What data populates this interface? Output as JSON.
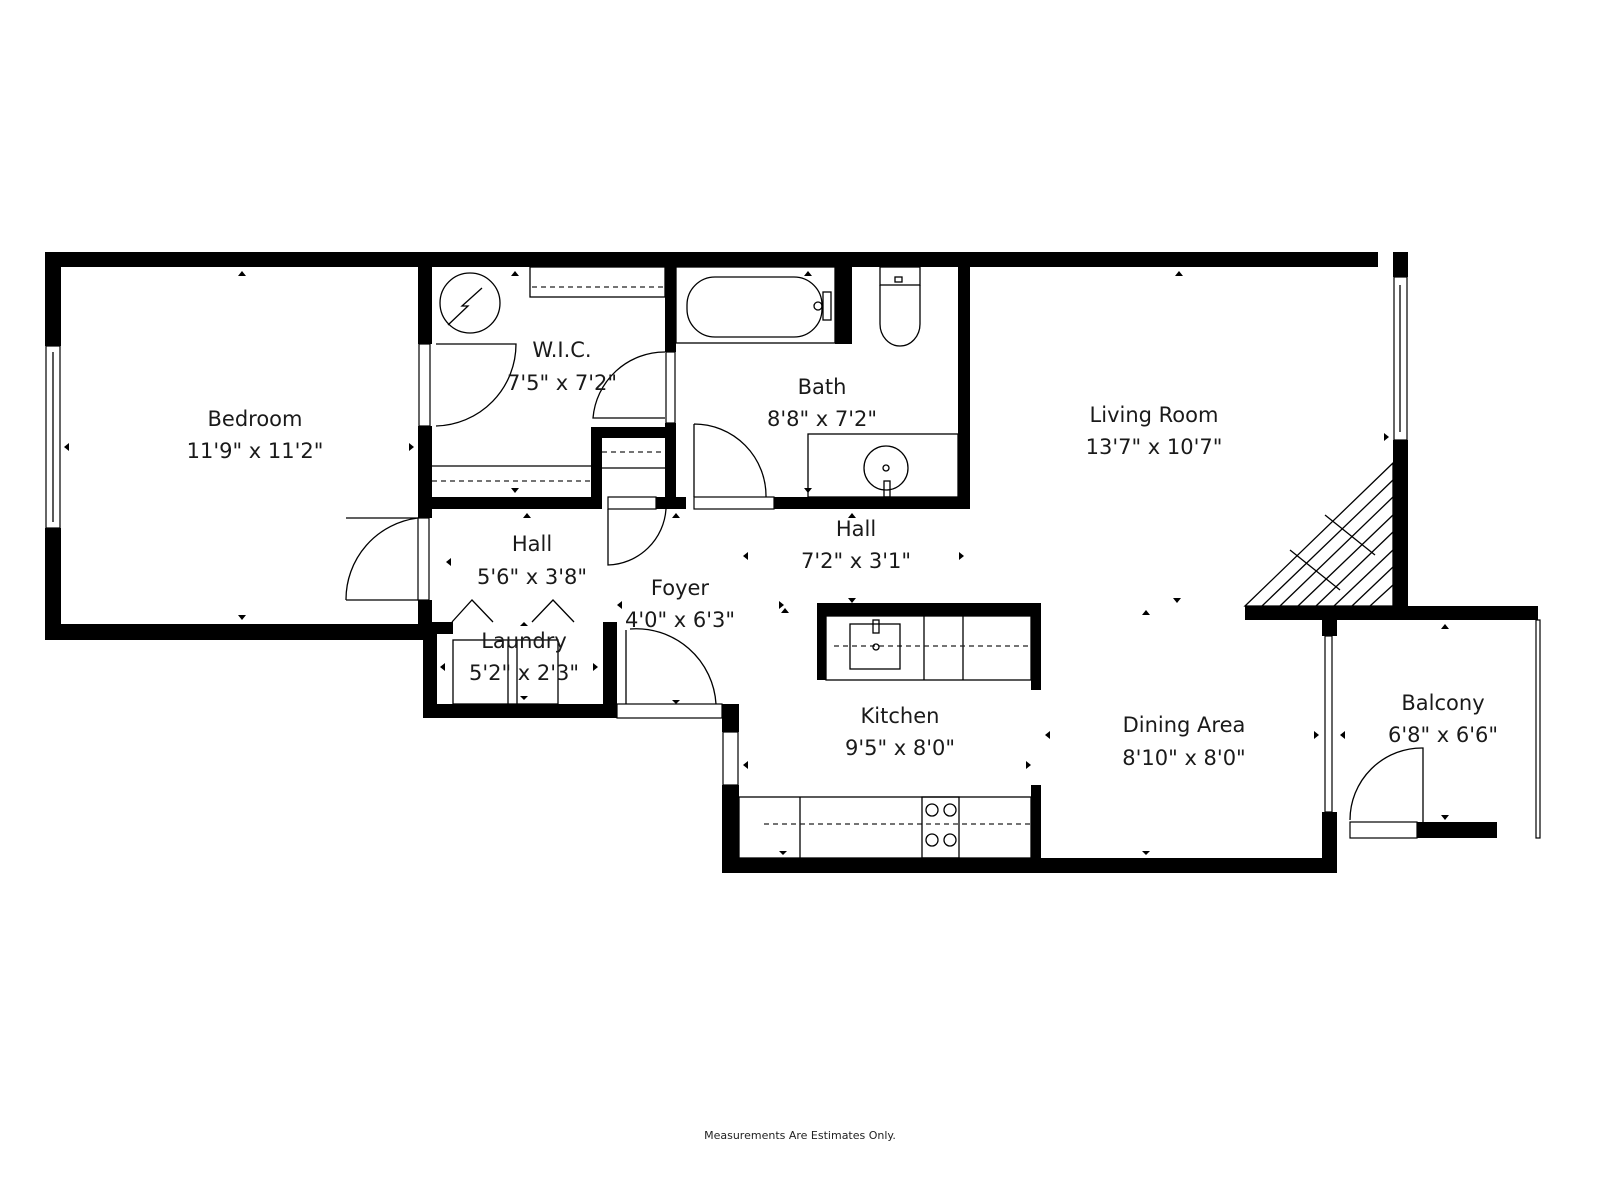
{
  "plan": {
    "rooms": [
      {
        "id": "bedroom",
        "name": "Bedroom",
        "dims": "11'9\" x 11'2\""
      },
      {
        "id": "wic",
        "name": "W.I.C.",
        "dims": "7'5\" x 7'2\""
      },
      {
        "id": "bath",
        "name": "Bath",
        "dims": "8'8\" x 7'2\""
      },
      {
        "id": "living",
        "name": "Living Room",
        "dims": "13'7\" x 10'7\""
      },
      {
        "id": "hall_left",
        "name": "Hall",
        "dims": "5'6\" x 3'8\""
      },
      {
        "id": "hall_center",
        "name": "Hall",
        "dims": "7'2\" x 3'1\""
      },
      {
        "id": "foyer",
        "name": "Foyer",
        "dims": "4'0\" x 6'3\""
      },
      {
        "id": "laundry",
        "name": "Laundry",
        "dims": "5'2\" x 2'3\""
      },
      {
        "id": "kitchen",
        "name": "Kitchen",
        "dims": "9'5\" x 8'0\""
      },
      {
        "id": "dining",
        "name": "Dining Area",
        "dims": "8'10\" x 8'0\""
      },
      {
        "id": "balcony",
        "name": "Balcony",
        "dims": "6'8\" x 6'6\""
      }
    ],
    "icons": [
      "door-swing-icon",
      "window-icon",
      "bathtub-icon",
      "toilet-icon",
      "sink-icon",
      "stove-icon",
      "water-heater-icon",
      "stairs-icon",
      "dimension-arrow-icon"
    ],
    "colors": {
      "wall": "#000000",
      "background": "#ffffff",
      "text": "#1a1a1a"
    }
  },
  "footer": {
    "note": "Measurements Are Estimates Only."
  }
}
